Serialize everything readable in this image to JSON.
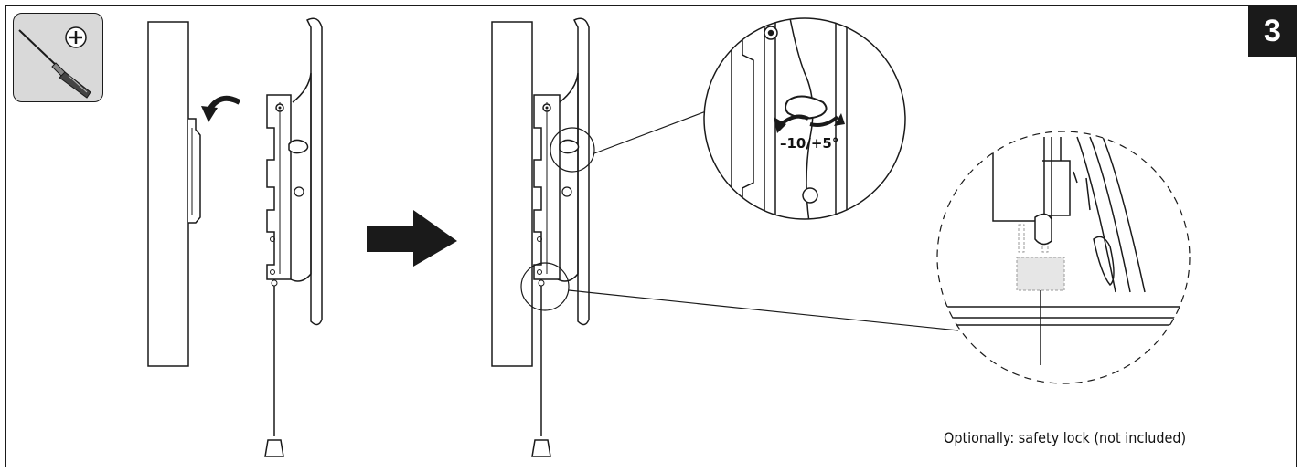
{
  "step": {
    "number": "3"
  },
  "tool": {
    "icon": "phillips-screwdriver-icon"
  },
  "detail_zoom": {
    "tilt_label": "–10/+5°"
  },
  "caption": {
    "text": "Optionally: safety lock (not included)"
  },
  "colors": {
    "line": "#1a1a1a",
    "badge": "#1a1a1a",
    "tool_bg": "#d9d9d9",
    "lock_fill": "#e6e6e6"
  }
}
